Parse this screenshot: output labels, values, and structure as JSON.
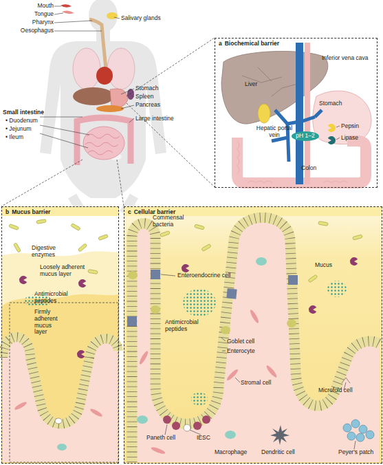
{
  "diagram": {
    "nodes": [
      {
        "text": [
          "a",
          "Biochemical barrier"
        ]
      },
      {
        "text": [
          "b",
          "Mucus barrier"
        ]
      },
      {
        "text": [
          "c",
          "Cellular barrier"
        ]
      }
    ],
    "labels": [
      "Mouth",
      "Tongue",
      "Pharynx",
      "Oesophagus",
      "Salivary glands",
      "Stomach",
      "Spleen",
      "Pancreas",
      "Small intestine",
      "• Duodenum",
      "• Jejunum",
      "• Ileum",
      "Large intestine",
      "Inferior vena cava",
      "Liver",
      "Stomach",
      "Pepsin",
      "Hepatic portal vein",
      "pH 1–2",
      "Lipase",
      "Colon",
      "Digestive enzymes",
      "Loosely adherent mucus layer",
      "Antimicrobial peptides",
      "Firmly adherent mucus layer",
      "Commensal bacteria",
      "Enteroendocrine cell",
      "Mucus",
      "Antimicrobial peptides",
      "Goblet cell",
      "Enterocyte",
      "Stromal cell",
      "Microfold cell",
      "Paneth cell",
      "IESC",
      "Macrophage",
      "Dendritic cell",
      "Peyer's patch"
    ]
  }
}
